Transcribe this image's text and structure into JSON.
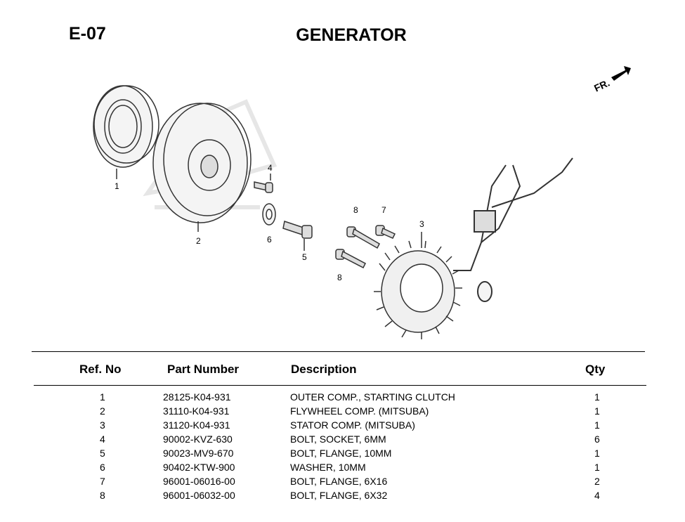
{
  "header": {
    "code": "E-07",
    "title": "GENERATOR"
  },
  "diagram": {
    "direction_label": "FR.",
    "callouts": [
      "1",
      "2",
      "3",
      "4",
      "5",
      "6",
      "7",
      "8",
      "8"
    ]
  },
  "table": {
    "columns": [
      "Ref. No",
      "Part Number",
      "Description",
      "Qty"
    ],
    "rows": [
      {
        "ref": "1",
        "part": "28125-K04-931",
        "desc": "OUTER COMP., STARTING CLUTCH",
        "qty": "1"
      },
      {
        "ref": "2",
        "part": "31110-K04-931",
        "desc": "FLYWHEEL COMP. (MITSUBA)",
        "qty": "1"
      },
      {
        "ref": "3",
        "part": "31120-K04-931",
        "desc": "STATOR COMP. (MITSUBA)",
        "qty": "1"
      },
      {
        "ref": "4",
        "part": "90002-KVZ-630",
        "desc": "BOLT, SOCKET, 6MM",
        "qty": "6"
      },
      {
        "ref": "5",
        "part": "90023-MV9-670",
        "desc": "BOLT, FLANGE, 10MM",
        "qty": "1"
      },
      {
        "ref": "6",
        "part": "90402-KTW-900",
        "desc": "WASHER, 10MM",
        "qty": "1"
      },
      {
        "ref": "7",
        "part": "96001-06016-00",
        "desc": "BOLT, FLANGE, 6X16",
        "qty": "2"
      },
      {
        "ref": "8",
        "part": "96001-06032-00",
        "desc": "BOLT, FLANGE, 6X32",
        "qty": "4"
      }
    ]
  }
}
